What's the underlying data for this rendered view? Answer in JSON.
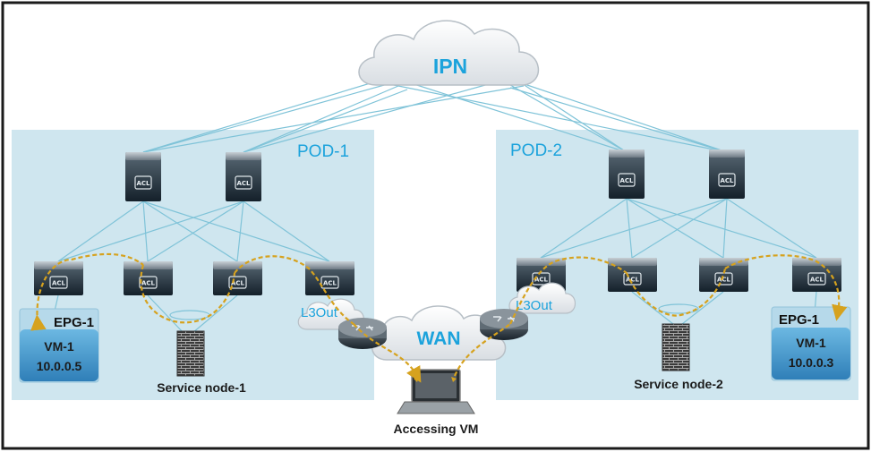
{
  "diagram": {
    "cloud_ipn": "IPN",
    "cloud_wan": "WAN",
    "pods": [
      {
        "label": "POD-1",
        "l3out": "L3Out",
        "service_node": "Service node-1",
        "epg": "EPG-1",
        "vm_name": "VM-1",
        "vm_ip": "10.0.0.5"
      },
      {
        "label": "POD-2",
        "l3out": "L3Out",
        "service_node": "Service node-2",
        "epg": "EPG-1",
        "vm_name": "VM-1",
        "vm_ip": "10.0.0.3"
      }
    ],
    "switch_label": "ACL",
    "accessing_vm": "Accessing VM"
  },
  "colors": {
    "pod_fill": "#cfe6ef",
    "link": "#7fc3d8",
    "label_blue": "#1ca3dc",
    "path": "#d6a21e",
    "vm_fill": "#4a9fd1"
  },
  "icons": [
    "cloud-icon",
    "switch-icon",
    "router-icon",
    "firewall-icon",
    "laptop-icon"
  ]
}
